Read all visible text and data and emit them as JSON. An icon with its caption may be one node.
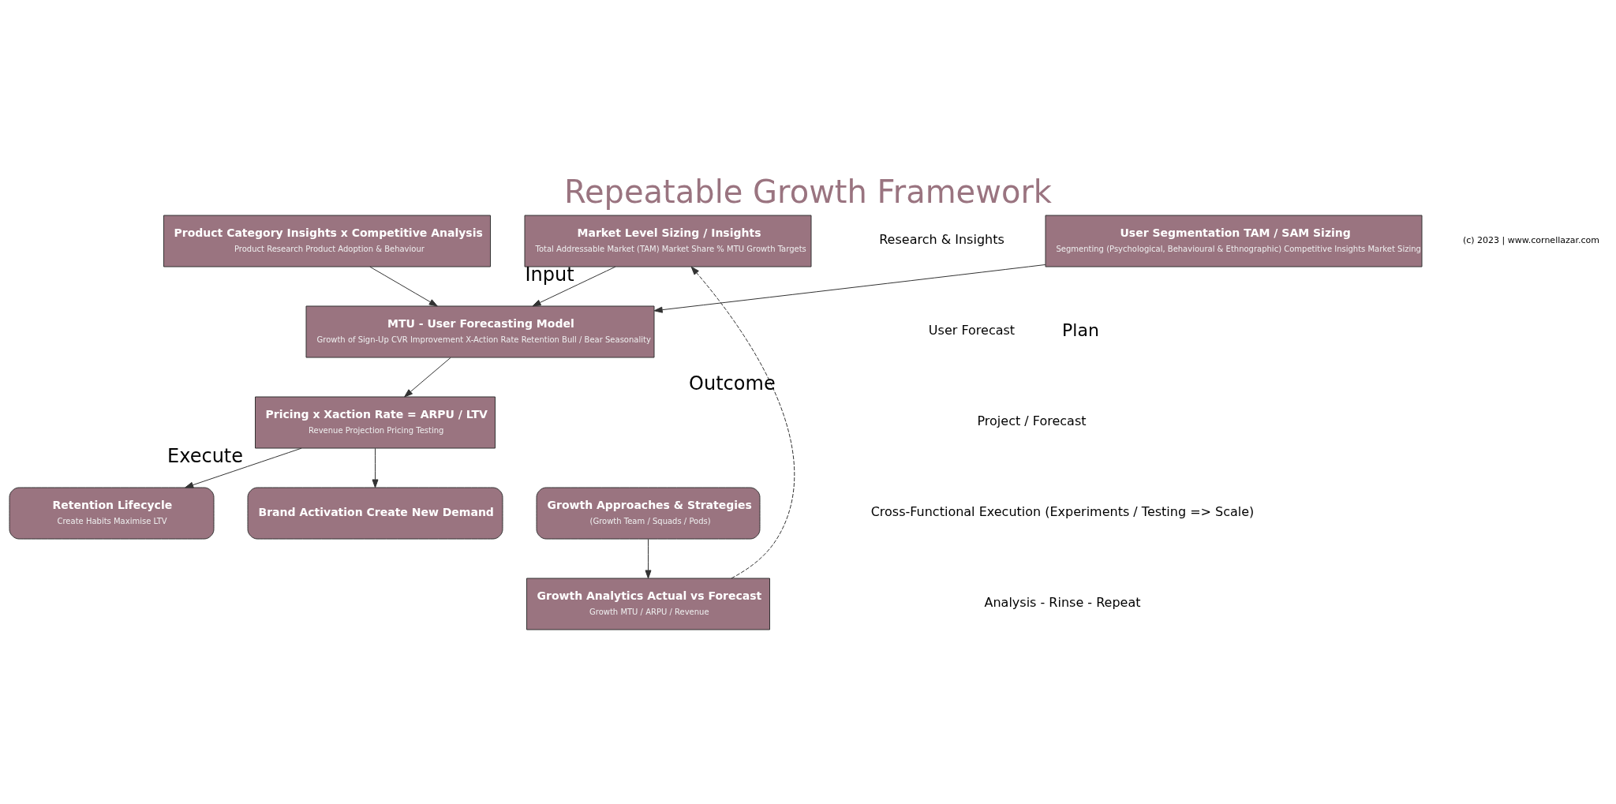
{
  "diagram": {
    "title": "Repeatable Growth Framework",
    "nodes": [
      {
        "text": [
          "User Segmentation TAM / SAM Sizing",
          "Segmenting (Psychological, Behavioural & Ethnographic) Competitive Insights Market Sizing"
        ]
      },
      {
        "text": [
          "Product Category Insights x Competitive Analysis",
          "Product Research Product Adoption & Behaviour"
        ]
      },
      {
        "text": [
          "Market Level Sizing / Insights",
          "Total Addressable Market (TAM) Market Share % MTU Growth Targets"
        ]
      },
      {
        "text": [
          "MTU - User Forecasting Model",
          "Growth of Sign-Up CVR Improvement X-Action Rate Retention Bull / Bear Seasonality"
        ]
      },
      {
        "text": [
          "Pricing x Xaction Rate = ARPU / LTV",
          "Revenue Projection Pricing Testing"
        ]
      },
      {
        "text": [
          "Brand Activation Create New Demand"
        ]
      },
      {
        "text": [
          "Growth Approaches & Strategies",
          "(Growth Team / Squads / Pods)"
        ]
      },
      {
        "text": [
          "Retention Lifecycle",
          "Create Habits Maximise LTV"
        ]
      },
      {
        "text": [
          "Growth Analytics Actual vs Forecast",
          "Growth MTU / ARPU / Revenue"
        ]
      }
    ],
    "edges": [
      {
        "from": 0,
        "to": 3,
        "arrow": "to"
      },
      {
        "from": 1,
        "to": 3,
        "arrow": "to"
      },
      {
        "from": 2,
        "to": 3,
        "arrow": "to",
        "label": "Input"
      },
      {
        "from": 3,
        "to": 4,
        "arrow": "to"
      },
      {
        "from": 4,
        "to": 5,
        "arrow": "to"
      },
      {
        "from": 4,
        "to": 7,
        "arrow": "to",
        "label": "Execute"
      },
      {
        "from": 6,
        "to": 8,
        "arrow": "to"
      },
      {
        "from": 8,
        "to": 2,
        "arrow": "to",
        "label": "Outcome",
        "style": "dashed"
      }
    ],
    "labels": [
      "Research & Insights",
      "User Forecast",
      "Plan",
      "Project / Forecast",
      "Cross-Functional Execution (Experiments / Testing => Scale)",
      "Analysis - Rinse - Repeat",
      "(c) 2023 | www.cornellazar.com"
    ]
  }
}
